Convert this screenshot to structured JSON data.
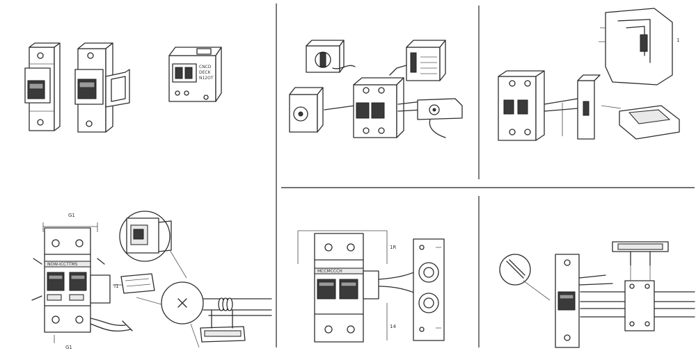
{
  "panel_top_left": {
    "isolator_sticker_text": [
      "CNCD",
      "DECK",
      "N12OT"
    ]
  },
  "panel_bottom_left": {
    "dim_top": "G1",
    "dim_right": "I1",
    "dim_bottom": "G1",
    "breaker_label": "NOW-ICCTTMS"
  },
  "panel_bottom_center": {
    "dim_right_top": "1R",
    "dim_right_bottom": "14",
    "breaker_label": "MCCMCCCH"
  },
  "panel_top_right": {
    "callout": "1"
  }
}
